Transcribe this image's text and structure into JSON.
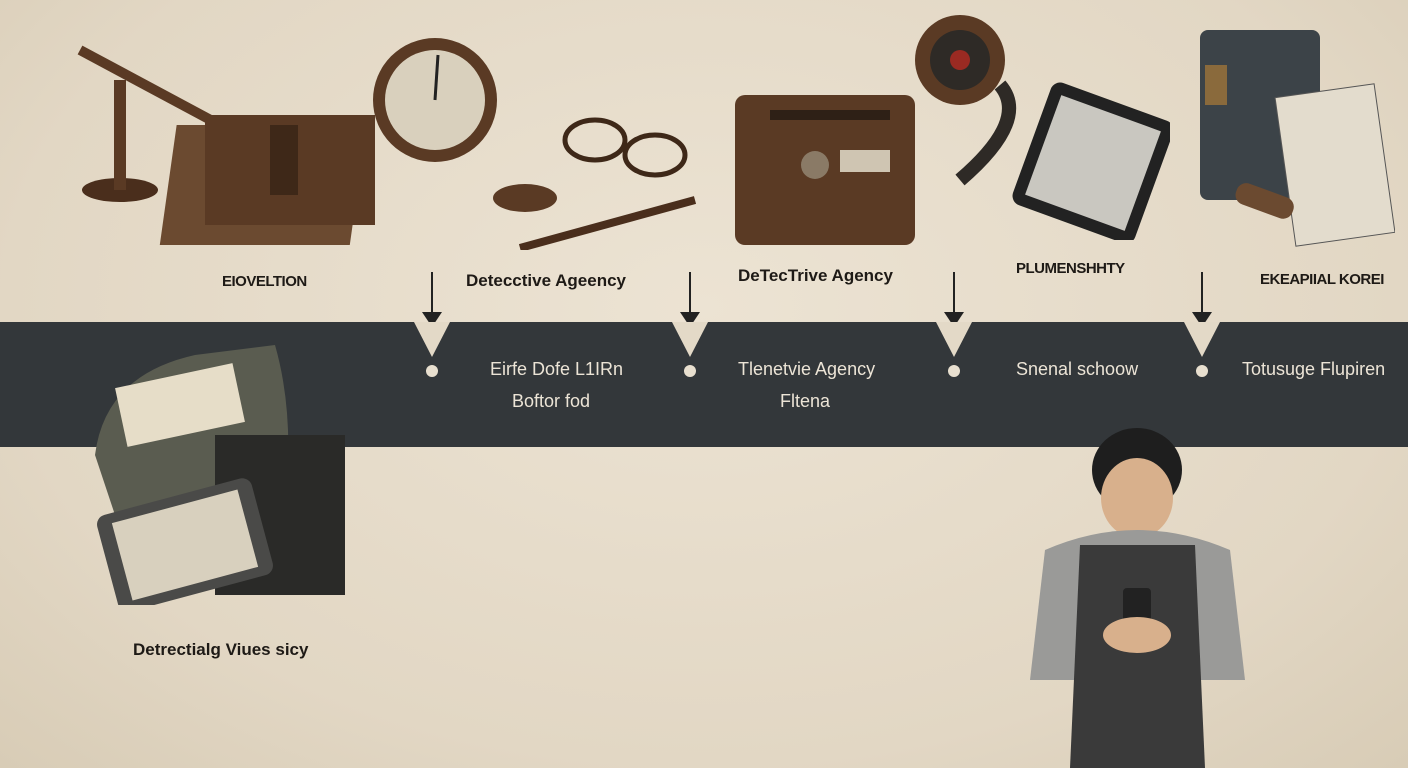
{
  "top_labels": [
    "EIOVELTION",
    "Detecctive Ageency",
    "DeTecTrive Agency",
    "PLUMENSHHTY",
    "EKEAPIIAL KOREI"
  ],
  "timeline_entries": [
    {
      "line1": "Eirfe Dofe L1IRn",
      "line2": "Boftor fod"
    },
    {
      "line1": "Tlenetvie Agency",
      "line2": "Fltena"
    },
    {
      "line1": "Snenal schoow",
      "line2": ""
    },
    {
      "line1": "Totusuge Flupiren",
      "line2": ""
    }
  ],
  "bottom_label": "Detrectialg Viues sicy",
  "colors": {
    "band": "#33373a",
    "paper": "#e6dccb",
    "leather": "#5a3a24"
  }
}
